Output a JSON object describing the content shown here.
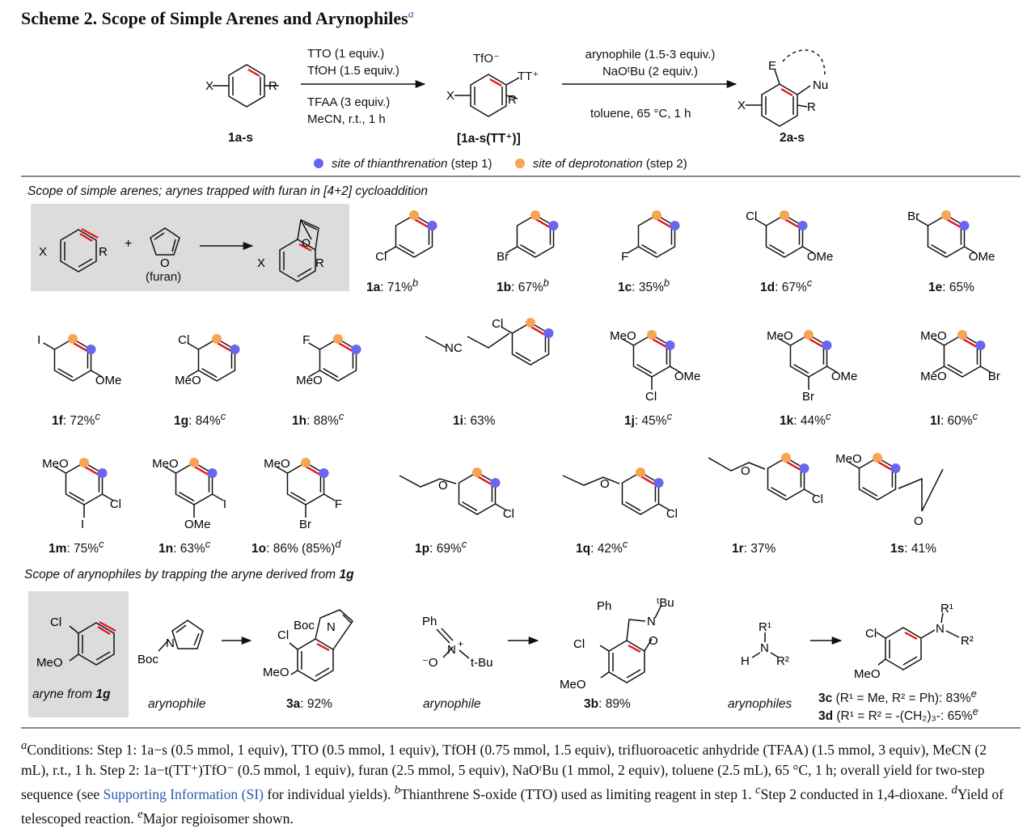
{
  "title": {
    "text": "Scheme 2. Scope of Simple Arenes and Arynophiles",
    "sup": "a"
  },
  "scheme": {
    "sm": "1a-s",
    "step1": {
      "l1": "TTO (1 equiv.)",
      "l2": "TfOH (1.5 equiv.)",
      "l3": "TFAA (3 equiv.)",
      "l4": "MeCN, r.t., 1 h"
    },
    "inter": "[1a-s(TT⁺)]",
    "inter_tfo": "TfO⁻",
    "inter_tt": "TT⁺",
    "step2": {
      "l1": "arynophile (1.5-3 equiv.)",
      "l2": "NaOᵗBu (2 equiv.)",
      "l3": "toluene, 65 °C, 1 h"
    },
    "product": "2a-s"
  },
  "legend": {
    "blue": "site of thianthrenation",
    "blue_step": "(step 1)",
    "orange": "site of deprotonation",
    "orange_step": "(step 2)"
  },
  "colors": {
    "blue": "#6b66f0",
    "orange": "#f5a553",
    "red": "#e8141a",
    "gray_box": "#dcdcdc",
    "link": "#2a5db0"
  },
  "section1": {
    "heading": "Scope of simple arenes; arynes trapped with furan in [4+2] cycloaddition",
    "furan": "(furan)"
  },
  "section2": {
    "heading_pre": "Scope of arynophiles by trapping the aryne derived from ",
    "heading_b": "1g"
  },
  "compounds": [
    {
      "id": "1a",
      "yield": ": 71%",
      "sup": "b"
    },
    {
      "id": "1b",
      "yield": ": 67%",
      "sup": "b"
    },
    {
      "id": "1c",
      "yield": ": 35%",
      "sup": "b"
    },
    {
      "id": "1d",
      "yield": ": 67%",
      "sup": "c"
    },
    {
      "id": "1e",
      "yield": ": 65%",
      "sup": ""
    },
    {
      "id": "1f",
      "yield": ": 72%",
      "sup": "c"
    },
    {
      "id": "1g",
      "yield": ": 84%",
      "sup": "c"
    },
    {
      "id": "1h",
      "yield": ": 88%",
      "sup": "c"
    },
    {
      "id": "1i",
      "yield": ": 63%",
      "sup": ""
    },
    {
      "id": "1j",
      "yield": ": 45%",
      "sup": "c"
    },
    {
      "id": "1k",
      "yield": ": 44%",
      "sup": "c"
    },
    {
      "id": "1l",
      "yield": ": 60%",
      "sup": "c"
    },
    {
      "id": "1m",
      "yield": ": 75%",
      "sup": "c"
    },
    {
      "id": "1n",
      "yield": ": 63%",
      "sup": "c"
    },
    {
      "id": "1o",
      "yield": ": 86% (85%)",
      "sup": "d"
    },
    {
      "id": "1p",
      "yield": ": 69%",
      "sup": "c"
    },
    {
      "id": "1q",
      "yield": ": 42%",
      "sup": "c"
    },
    {
      "id": "1r",
      "yield": ": 37%",
      "sup": ""
    },
    {
      "id": "1s",
      "yield": ": 41%",
      "sup": ""
    }
  ],
  "arynophiles": {
    "aryne_label_pre": "aryne from ",
    "aryne_label_b": "1g",
    "arynophile": "arynophile",
    "arynophiles": "arynophiles",
    "p3a": {
      "id": "3a",
      "yield": ": 92%"
    },
    "p3b": {
      "id": "3b",
      "yield": ": 89%"
    },
    "p3c": {
      "id": "3c",
      "text": " (R¹ = Me, R² = Ph): 83%",
      "sup": "e"
    },
    "p3d": {
      "id": "3d",
      "text": " (R¹ = R² = -(CH₂)₃-: 65%",
      "sup": "e"
    }
  },
  "footnote": {
    "a_mark": "a",
    "a_text": "Conditions: Step 1: 1a−s (0.5 mmol, 1 equiv), TTO (0.5 mmol, 1 equiv), TfOH (0.75 mmol, 1.5 equiv), trifluoroacetic anhydride (TFAA) (1.5 mmol, 3 equiv), MeCN (2 mL), r.t., 1 h. Step 2: 1a−t(TT⁺)TfO⁻ (0.5 mmol, 1 equiv), furan (2.5 mmol, 5 equiv), NaOᵗBu (1 mmol, 2 equiv), toluene (2.5 mL), 65 °C, 1 h; overall yield for two-step sequence (see ",
    "link": "Supporting Information (SI)",
    "a_tail": " for individual yields). ",
    "b_mark": "b",
    "b_text": "Thianthrene S-oxide (TTO) used as limiting reagent in step 1. ",
    "c_mark": "c",
    "c_text": "Step 2 conducted in 1,4-dioxane. ",
    "d_mark": "d",
    "d_text": "Yield of telescoped reaction. ",
    "e_mark": "e",
    "e_text": "Major regioisomer shown."
  }
}
